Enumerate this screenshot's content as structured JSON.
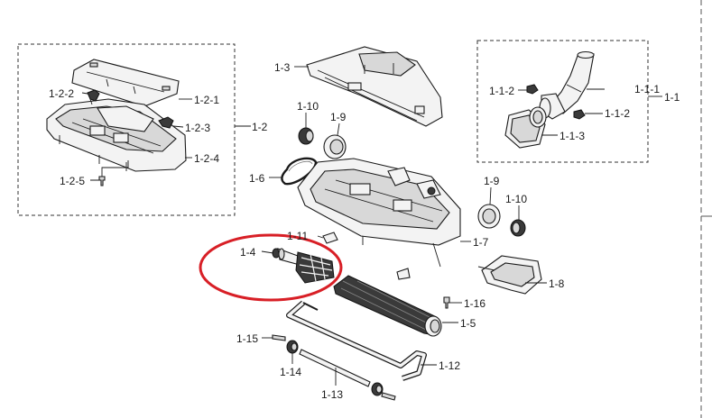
{
  "labels": {
    "l_1": "1-1",
    "l_1_1_1": "1-1-1",
    "l_1_1_2a": "1-1-2",
    "l_1_1_2b": "1-1-2",
    "l_1_1_3": "1-1-3",
    "l_1_2": "1-2",
    "l_1_2_1": "1-2-1",
    "l_1_2_2": "1-2-2",
    "l_1_2_3": "1-2-3",
    "l_1_2_4": "1-2-4",
    "l_1_2_5": "1-2-5",
    "l_1_3": "1-3",
    "l_1_4": "1-4",
    "l_1_5": "1-5",
    "l_1_6": "1-6",
    "l_1_7": "1-7",
    "l_1_8": "1-8",
    "l_1_9a": "1-9",
    "l_1_9b": "1-9",
    "l_1_10a": "1-10",
    "l_1_10b": "1-10",
    "l_1_11": "1-11",
    "l_1_12": "1-12",
    "l_1_13": "1-13",
    "l_1_14": "1-14",
    "l_1_15": "1-15",
    "l_1_16": "1-16"
  },
  "highlight_color": "#d81f26"
}
